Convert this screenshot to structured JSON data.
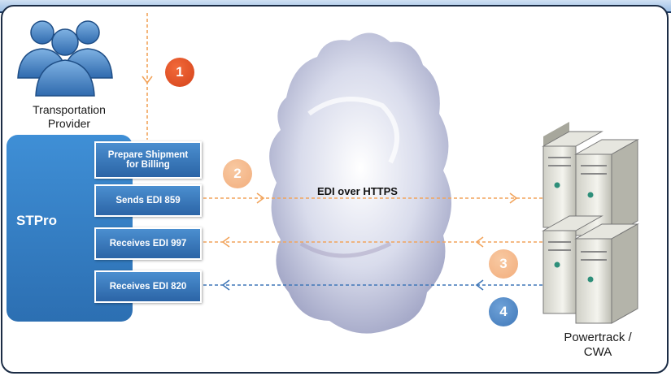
{
  "provider": {
    "label_line1": "Transportation",
    "label_line2": "Provider"
  },
  "stpro": {
    "label": "STPro"
  },
  "steps": [
    {
      "line1": "Prepare Shipment",
      "line2": "for Billing"
    },
    {
      "line1": "Sends EDI 859"
    },
    {
      "line1": "Receives EDI 997"
    },
    {
      "line1": "Receives EDI 820"
    }
  ],
  "badges": [
    "1",
    "2",
    "3",
    "4"
  ],
  "cloud": {
    "label": "EDI over HTTPS"
  },
  "server": {
    "label_line1": "Powertrack /",
    "label_line2": "CWA"
  },
  "colors": {
    "orange_arrow": "#f2a45c",
    "blue_arrow": "#3f77b8",
    "badge1": "#e2501f",
    "stpro_blue": "#2f74bb"
  }
}
